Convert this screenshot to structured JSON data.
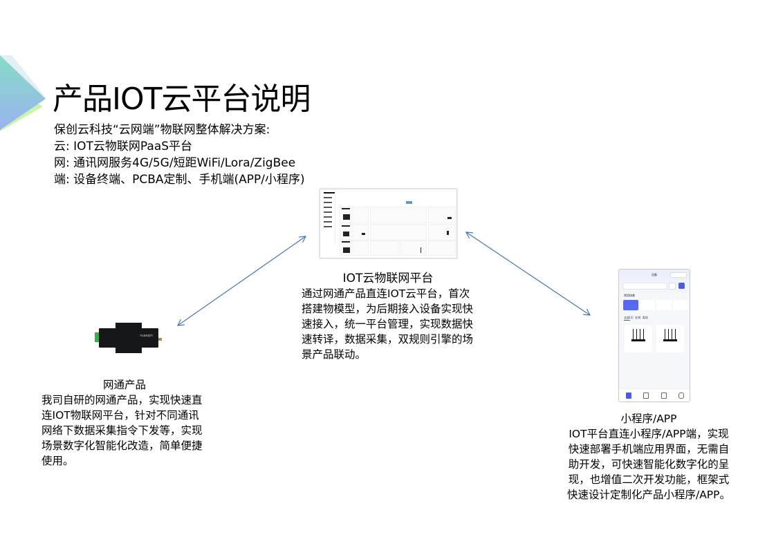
{
  "header": {
    "title": "产品IOT云平台说明",
    "subtitle": "保创云科技“云网端”物联网整体解决方案:",
    "lines": [
      "云: IOT云物联网PaaS平台",
      "网: 通讯网服务4G/5G/短距WiFi/Lora/ZigBee",
      "端: 设备终端、PCBA定制、手机端(APP/小程序)"
    ]
  },
  "platform": {
    "image": "iot-platform-dashboard-screenshot",
    "title": "IOT云物联网平台",
    "description": "通过网通产品直连IOT云平台，首次搭建物模型，为后期接入设备实现快速接入，统一平台管理，实现数据快速转译，数据采集，双规则引擎的场景产品联动。"
  },
  "device": {
    "image": "network-device-photo",
    "title": "网通产品",
    "description": "我司自研的网通产品，实现快速直连IOT物联网平台，针对不同通讯网络下数据采集指令下发等，实现场景数字化智能化改造，简单便捷使用。"
  },
  "app": {
    "image": "mini-program-app-screenshot",
    "title": "小程序/APP",
    "description": "IOT平台直连小程序/APP端，实现快速部署手机端应用界面，无需自助开发，可快速智能化数字化的呈现，也增值二次开发功能，框架式快速设计定制化产品小程序/APP。"
  },
  "connectors": [
    {
      "from": "platform",
      "to": "device",
      "type": "double-arrow"
    },
    {
      "from": "platform",
      "to": "app",
      "type": "double-arrow"
    }
  ],
  "colors": {
    "arrow": "#4a72b8",
    "deco_teal": "#8fd6d0",
    "deco_blue": "#9fb6ee",
    "deco_green": "#c8f5a6",
    "deco_light": "#dff1f5"
  }
}
